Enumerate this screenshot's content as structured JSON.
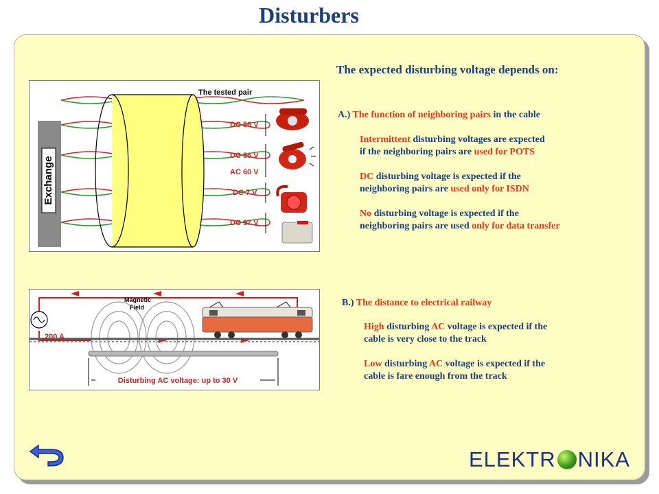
{
  "title": "Disturbers",
  "heading": "The expected disturbing voltage depends on:",
  "section_a": {
    "prefix": "A.)",
    "title_red": "The function of neighboring pairs",
    "title_rest": " in the  cable",
    "item1": {
      "red1": "Intermittent",
      "text1": " disturbing voltages are expected",
      "text2": "if the neighboring pairs are ",
      "red2": "used for POTS"
    },
    "item2": {
      "red1": "DC",
      "text1": " disturbing voltage is expected if the",
      "text2": "neighboring pairs are ",
      "red2": "used only for ISDN"
    },
    "item3": {
      "red1": "No",
      "text1": " disturbing voltage is expected if the",
      "text2": "neighboring pairs are used ",
      "red2": "only for data transfer"
    }
  },
  "section_b": {
    "prefix": "B.)",
    "title_red": "The distance to electrical railway",
    "item1": {
      "red1": "High",
      "text1a": " disturbing ",
      "red_ac": "AC",
      "text1b": " voltage is expected if the",
      "text2": "cable is very close to the track"
    },
    "item2": {
      "red1": "Low",
      "text1a": " disturbing ",
      "red_ac": "AC",
      "text1b": " voltage is expected if the",
      "text2": "cable is fare enough from the track"
    }
  },
  "diagram1": {
    "caption": "The tested pair",
    "exchange_label": "Exchange",
    "labels": [
      "DC 56 V",
      "DC 56 V",
      "AC 60 V",
      "DC 7 V",
      "DC 97 V"
    ]
  },
  "diagram2": {
    "field_label_1": "Magnetic",
    "field_label_2": "Field",
    "current_label": "200 A",
    "voltage_label": "Disturbing AC voltage: up to 30 V"
  },
  "logo": {
    "left": "ELEKTR",
    "right": "NIKA"
  },
  "colors": {
    "title": "#1a3f7a",
    "accent": "#e03a1e",
    "panel": "#fdfdc4"
  }
}
